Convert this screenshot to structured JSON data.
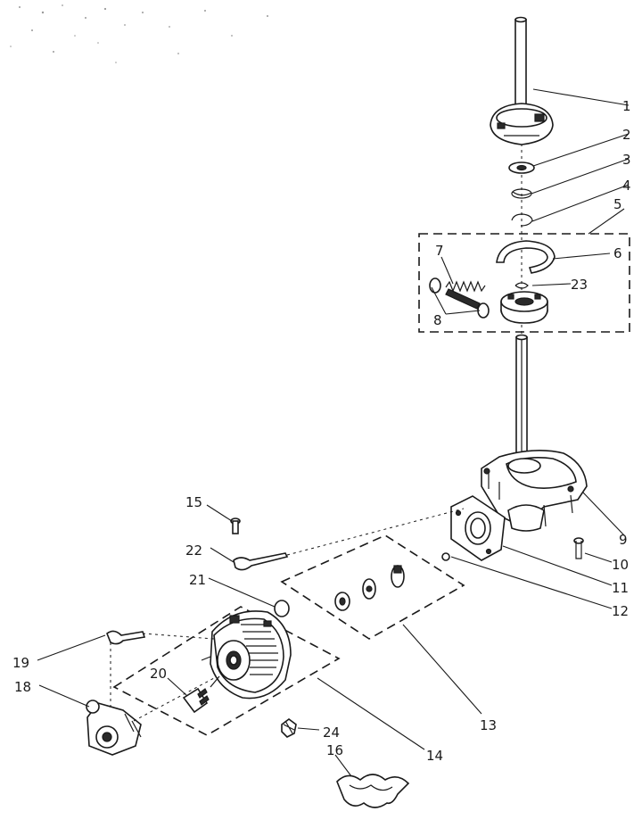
{
  "callouts": [
    {
      "id": "c1",
      "text": "1"
    },
    {
      "id": "c2",
      "text": "2"
    },
    {
      "id": "c3",
      "text": "3"
    },
    {
      "id": "c4",
      "text": "4"
    },
    {
      "id": "c5",
      "text": "5"
    },
    {
      "id": "c6",
      "text": "6"
    },
    {
      "id": "c7",
      "text": "7"
    },
    {
      "id": "c8",
      "text": "8"
    },
    {
      "id": "c23",
      "text": "23"
    },
    {
      "id": "c9",
      "text": "9"
    },
    {
      "id": "c10",
      "text": "10"
    },
    {
      "id": "c11",
      "text": "11"
    },
    {
      "id": "c12",
      "text": "12"
    },
    {
      "id": "c13",
      "text": "13"
    },
    {
      "id": "c14",
      "text": "14"
    },
    {
      "id": "c15",
      "text": "15"
    },
    {
      "id": "c16",
      "text": "16"
    },
    {
      "id": "c18",
      "text": "18"
    },
    {
      "id": "c19",
      "text": "19"
    },
    {
      "id": "c20",
      "text": "20"
    },
    {
      "id": "c21",
      "text": "21"
    },
    {
      "id": "c22",
      "text": "22"
    },
    {
      "id": "c24",
      "text": "24"
    }
  ]
}
